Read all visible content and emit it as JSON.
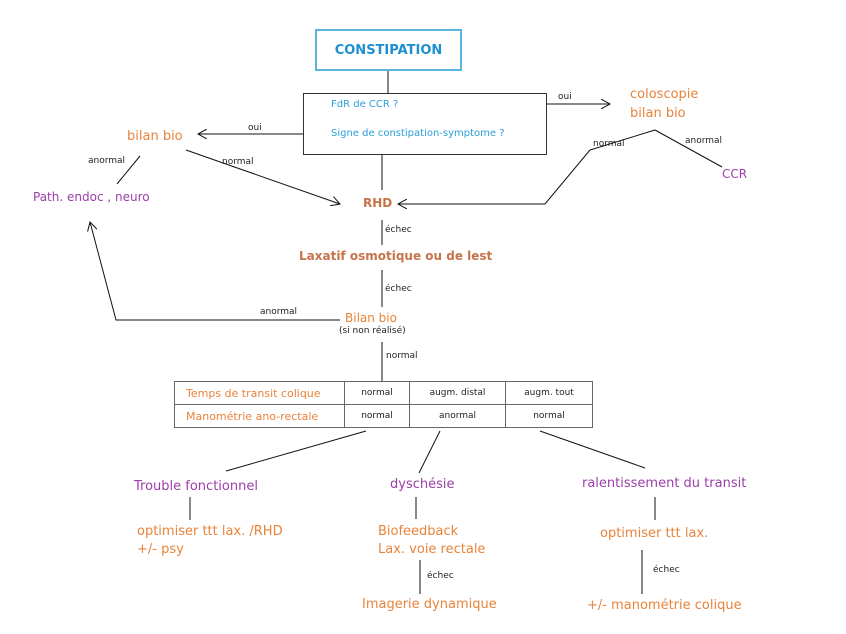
{
  "title": "CONSTIPATION",
  "questions": [
    "FdR de CCR ?",
    "Signe de constipation-symptome ?"
  ],
  "colors": {
    "orange": "#e8833a",
    "brown": "#c8734a",
    "purple": "#9b3fa8",
    "blue": "#2aa0d6",
    "title_border": "#5ab4dd"
  },
  "nodes": {
    "colo_1": "coloscopie",
    "colo_2": "bilan bio",
    "ccr": "CCR",
    "bilan_bio_left": "bilan bio",
    "path_endoc": "Path. endoc , neuro",
    "rhd": "RHD",
    "laxatif": "Laxatif osmotique ou de lest",
    "bilan_bio_center": "Bilan bio",
    "si_non_realise": "(si non réalisé)",
    "trouble": "Trouble fonctionnel",
    "dyschesie": "dyschésie",
    "ralentissement": "ralentissement du transit",
    "optim_lax_rhd_1": "optimiser ttt lax. /RHD",
    "optim_lax_rhd_2": "+/- psy",
    "biofeedback_1": "Biofeedback",
    "biofeedback_2": "Lax. voie rectale",
    "optim_lax": "optimiser ttt lax.",
    "imagerie": "Imagerie dynamique",
    "manometrie_colique": "+/- manométrie colique"
  },
  "edge_labels": {
    "oui_right": "oui",
    "oui_left": "oui",
    "anormal_left": "anormal",
    "normal_left": "normal",
    "normal_right": "normal",
    "anormal_right": "anormal",
    "echec_1": "échec",
    "echec_2": "échec",
    "anormal_center": "anormal",
    "normal_center": "normal",
    "echec_3": "échec",
    "echec_4": "échec"
  },
  "table": {
    "rows": [
      {
        "label": "Temps de transit colique",
        "cells": [
          "normal",
          "augm. distal",
          "augm. tout"
        ]
      },
      {
        "label": "Manométrie ano-rectale",
        "cells": [
          "normal",
          "anormal",
          "normal"
        ]
      }
    ]
  }
}
